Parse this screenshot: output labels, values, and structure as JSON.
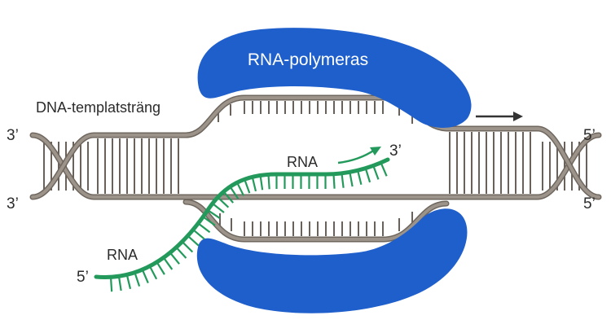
{
  "labels": {
    "polymerase": "RNA-polymeras",
    "template_strand": "DNA-templatsträng",
    "rna_upper": "RNA",
    "rna_lower": "RNA",
    "end_left_top": "3’",
    "end_left_bottom": "3’",
    "end_right_top": "5’",
    "end_right_bottom": "5’",
    "rna_3_end": "3’",
    "rna_5_end": "5’"
  },
  "colors": {
    "polymerase": "#1f5fcc",
    "dna_strand": "#9c948a",
    "dna_strand_outline": "#6f675e",
    "base_pair": "#6a625a",
    "rna": "#239a5b",
    "arrow": "#333333",
    "text": "#2b2b2b"
  }
}
